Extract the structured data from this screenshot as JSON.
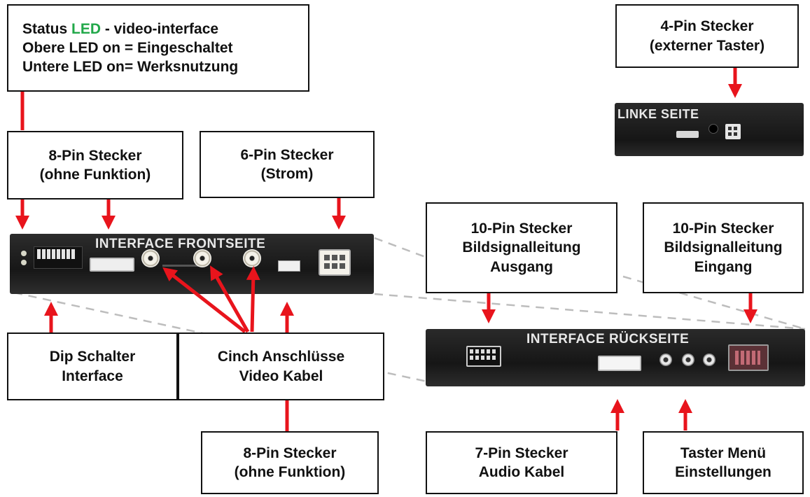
{
  "labels": {
    "status": {
      "line1_prefix": "Status ",
      "line1_led": "LED",
      "line1_suffix": " - video-interface",
      "line2": "Obere LED on = Eingeschaltet",
      "line3": "Untere LED on= Werksnutzung"
    },
    "pin4_ext": {
      "line1": "4-Pin Stecker",
      "line2": "(externer Taster)"
    },
    "pin8_top": {
      "line1": "8-Pin Stecker",
      "line2": "(ohne Funktion)"
    },
    "pin6": {
      "line1": "6-Pin Stecker",
      "line2": "(Strom)"
    },
    "pin10_out": {
      "line1": "10-Pin Stecker",
      "line2": "Bildsignalleitung",
      "line3": "Ausgang"
    },
    "pin10_in": {
      "line1": "10-Pin Stecker",
      "line2": "Bildsignalleitung",
      "line3": "Eingang"
    },
    "dip": {
      "line1": "Dip Schalter",
      "line2": "Interface"
    },
    "cinch": {
      "line1": "Cinch Anschlüsse",
      "line2": "Video Kabel"
    },
    "pin8_bottom": {
      "line1": "8-Pin Stecker",
      "line2": "(ohne Funktion)"
    },
    "pin7": {
      "line1": "7-Pin Stecker",
      "line2": "Audio Kabel"
    },
    "taster": {
      "line1": "Taster Menü",
      "line2": "Einstellungen"
    }
  },
  "devices": {
    "left_side": "LINKE SEITE",
    "front": "INTERFACE  FRONTSEITE",
    "rear": "INTERFACE  RÜCKSEITE"
  },
  "colors": {
    "arrow": "#e8141c",
    "led_text": "#22a84a",
    "dashed": "#b8b8b8",
    "device": "#1c1c1c"
  }
}
